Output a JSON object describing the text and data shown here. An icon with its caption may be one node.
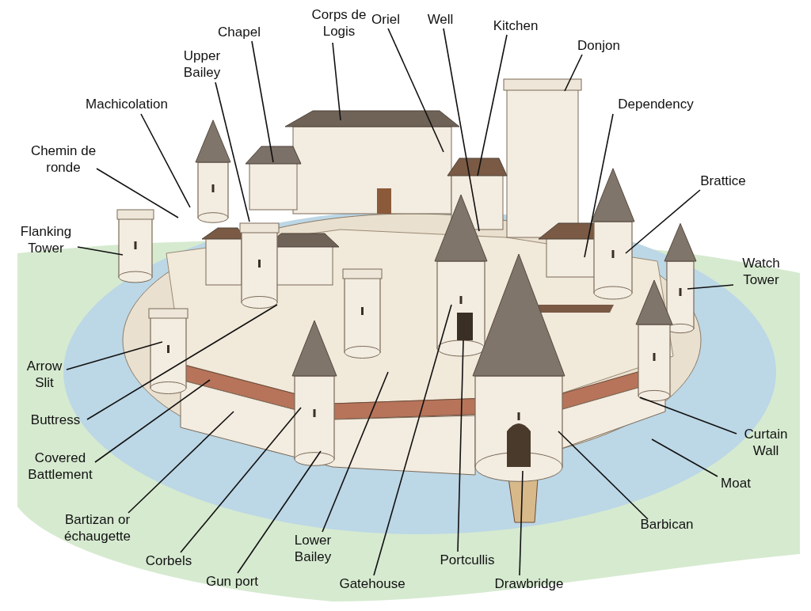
{
  "diagram": {
    "nodes": [
      {
        "text": [
          "Corps de Logis"
        ]
      },
      {
        "text": [
          "Oriel"
        ]
      },
      {
        "text": [
          "Well"
        ]
      },
      {
        "text": [
          "Kitchen"
        ]
      },
      {
        "text": [
          "Chapel"
        ]
      },
      {
        "text": [
          "Donjon"
        ]
      },
      {
        "text": [
          "Upper Bailey"
        ]
      },
      {
        "text": [
          "Machicolation"
        ]
      },
      {
        "text": [
          "Dependency"
        ]
      },
      {
        "text": [
          "Chemin de ronde"
        ]
      },
      {
        "text": [
          "Brattice"
        ]
      },
      {
        "text": [
          "Flanking Tower"
        ]
      },
      {
        "text": [
          "Watch Tower"
        ]
      },
      {
        "text": [
          "Arrow Slit"
        ]
      },
      {
        "text": [
          "Buttress"
        ]
      },
      {
        "text": [
          "Curtain Wall"
        ]
      },
      {
        "text": [
          "Covered Battlement"
        ]
      },
      {
        "text": [
          "Moat"
        ]
      },
      {
        "text": [
          "Bartizan or échaugette"
        ]
      },
      {
        "text": [
          "Barbican"
        ]
      },
      {
        "text": [
          "Lower Bailey"
        ]
      },
      {
        "text": [
          "Portcullis"
        ]
      },
      {
        "text": [
          "Corbels"
        ]
      },
      {
        "text": [
          "Gun port"
        ]
      },
      {
        "text": [
          "Gatehouse"
        ]
      },
      {
        "text": [
          "Drawbridge"
        ]
      }
    ],
    "edges": [
      {
        "from": 0,
        "to": null,
        "arrow": "none"
      },
      {
        "from": 1,
        "to": null,
        "arrow": "none"
      },
      {
        "from": 2,
        "to": null,
        "arrow": "none"
      },
      {
        "from": 3,
        "to": null,
        "arrow": "none"
      },
      {
        "from": 4,
        "to": null,
        "arrow": "none"
      },
      {
        "from": 5,
        "to": null,
        "arrow": "none"
      },
      {
        "from": 6,
        "to": null,
        "arrow": "none"
      },
      {
        "from": 7,
        "to": null,
        "arrow": "none"
      },
      {
        "from": 8,
        "to": null,
        "arrow": "none"
      },
      {
        "from": 9,
        "to": null,
        "arrow": "none"
      },
      {
        "from": 10,
        "to": null,
        "arrow": "none"
      },
      {
        "from": 11,
        "to": null,
        "arrow": "none"
      },
      {
        "from": 12,
        "to": null,
        "arrow": "none"
      },
      {
        "from": 13,
        "to": null,
        "arrow": "none"
      },
      {
        "from": 14,
        "to": null,
        "arrow": "none"
      },
      {
        "from": 15,
        "to": null,
        "arrow": "none"
      },
      {
        "from": 16,
        "to": null,
        "arrow": "none"
      },
      {
        "from": 17,
        "to": null,
        "arrow": "none"
      },
      {
        "from": 18,
        "to": null,
        "arrow": "none"
      },
      {
        "from": 19,
        "to": null,
        "arrow": "none"
      },
      {
        "from": 20,
        "to": null,
        "arrow": "none"
      },
      {
        "from": 21,
        "to": null,
        "arrow": "none"
      },
      {
        "from": 22,
        "to": null,
        "arrow": "none"
      },
      {
        "from": 23,
        "to": null,
        "arrow": "none"
      },
      {
        "from": 24,
        "to": null,
        "arrow": "none"
      },
      {
        "from": 25,
        "to": null,
        "arrow": "none"
      }
    ]
  }
}
